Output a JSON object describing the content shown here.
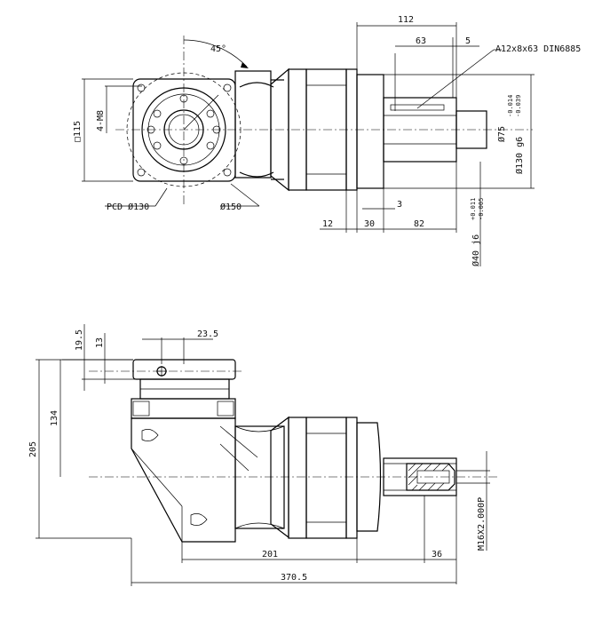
{
  "top_view": {
    "angle": "45°",
    "dim_112": "112",
    "dim_63": "63",
    "dim_5": "5",
    "key_spec": "A12x8x63 DIN6885",
    "square_115": "□115",
    "bolts": "4-M8",
    "pcd": "PCD Ø130",
    "dia_150": "Ø150",
    "dia_75": "Ø75",
    "dia_130_g6": "Ø130 g6",
    "tol_130_up": "-0.014",
    "tol_130_lo": "-0.039",
    "dim_12": "12",
    "dim_30": "30",
    "dim_3": "3",
    "dim_82": "82",
    "dia_40_j6": "Ø40 j6",
    "tol_40_up": "+0.011",
    "tol_40_lo": "-0.005"
  },
  "front_view": {
    "dim_19_5": "19.5",
    "dim_13": "13",
    "dim_23_5": "23.5",
    "dim_134": "134",
    "dim_205": "205",
    "thread": "M16X2.000P",
    "dim_201": "201",
    "dim_36": "36",
    "dim_370_5": "370.5"
  }
}
